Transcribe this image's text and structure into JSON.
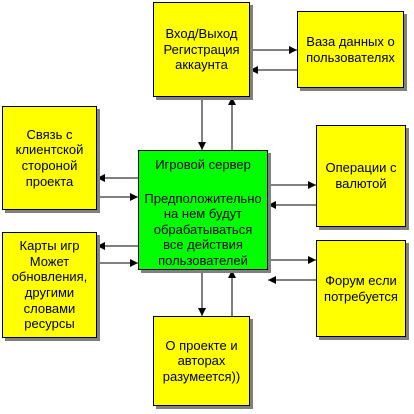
{
  "colors": {
    "node_fill": "#ffff00",
    "center_fill": "#00ff00",
    "border": "#000000",
    "shadow": "#808080"
  },
  "nodes": {
    "login": "Вход/Выход\nРегистрация\nаккаунта",
    "database": "Ваза данных о\nпользователях",
    "client": "Связь с\nклиентской\nстороной\nпроекта",
    "currency": "Операции с\nвалютой",
    "maps": "Карты игр\nМожет\nобновления,\nдругими\nсловами\nресурсы",
    "forum": "Форум если\nпотребуется",
    "about": "О проекте и\nавторах\nразумеется))"
  },
  "center": {
    "title": "Игровой сервер",
    "body": "Предположительно\nна нем будут\nобрабатываться\nвсе действия\nпользователей"
  },
  "edges": [
    {
      "from": "login",
      "to": "center"
    },
    {
      "from": "center",
      "to": "login"
    },
    {
      "from": "login",
      "to": "database"
    },
    {
      "from": "database",
      "to": "login"
    },
    {
      "from": "center",
      "to": "client"
    },
    {
      "from": "client",
      "to": "center"
    },
    {
      "from": "center",
      "to": "currency"
    },
    {
      "from": "currency",
      "to": "center"
    },
    {
      "from": "center",
      "to": "maps"
    },
    {
      "from": "maps",
      "to": "center"
    },
    {
      "from": "center",
      "to": "forum"
    },
    {
      "from": "forum",
      "to": "center"
    },
    {
      "from": "center",
      "to": "about"
    },
    {
      "from": "about",
      "to": "center"
    }
  ]
}
